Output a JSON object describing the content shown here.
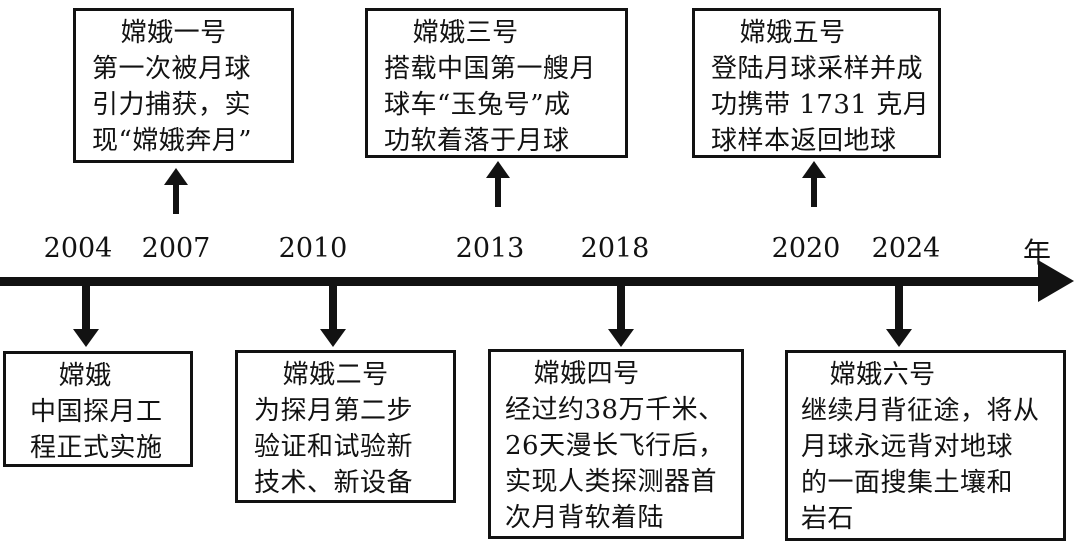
{
  "diagram": {
    "title_semantic": "嫦娥探月工程时间线",
    "unit_label": "年",
    "years": [
      "2004",
      "2007",
      "2010",
      "2013",
      "2018",
      "2020",
      "2024"
    ],
    "colors": {
      "ink": "#121212",
      "background": "#ffffff"
    }
  },
  "events": {
    "change0": {
      "year": "2004",
      "title": "嫦娥",
      "lines": [
        "中国探月工",
        "程正式实施"
      ]
    },
    "change1": {
      "year": "2007",
      "title": "嫦娥一号",
      "lines": [
        "第一次被月球",
        "引力捕获，实",
        "现“嫦娥奔月”"
      ]
    },
    "change2": {
      "year": "2010",
      "title": "嫦娥二号",
      "lines": [
        "为探月第二步",
        "验证和试验新",
        "技术、新设备"
      ]
    },
    "change3": {
      "year": "2013",
      "title": "嫦娥三号",
      "lines": [
        "搭载中国第一艘月",
        "球车“玉兔号”成",
        "功软着落于月球"
      ]
    },
    "change4": {
      "year": "2018",
      "title": "嫦娥四号",
      "lines": [
        "经过约38万千米、",
        "26天漫长飞行后，",
        "实现人类探测器首",
        "次月背软着陆"
      ]
    },
    "change5": {
      "year": "2020",
      "title": "嫦娥五号",
      "lines": [
        "登陆月球采样并成",
        "功携带 1731 克月",
        "球样本返回地球"
      ]
    },
    "change6": {
      "year": "2024",
      "title": "嫦娥六号",
      "lines": [
        "继续月背征途，将从",
        "月球永远背对地球",
        "的一面搜集土壤和",
        "岩石"
      ]
    }
  }
}
